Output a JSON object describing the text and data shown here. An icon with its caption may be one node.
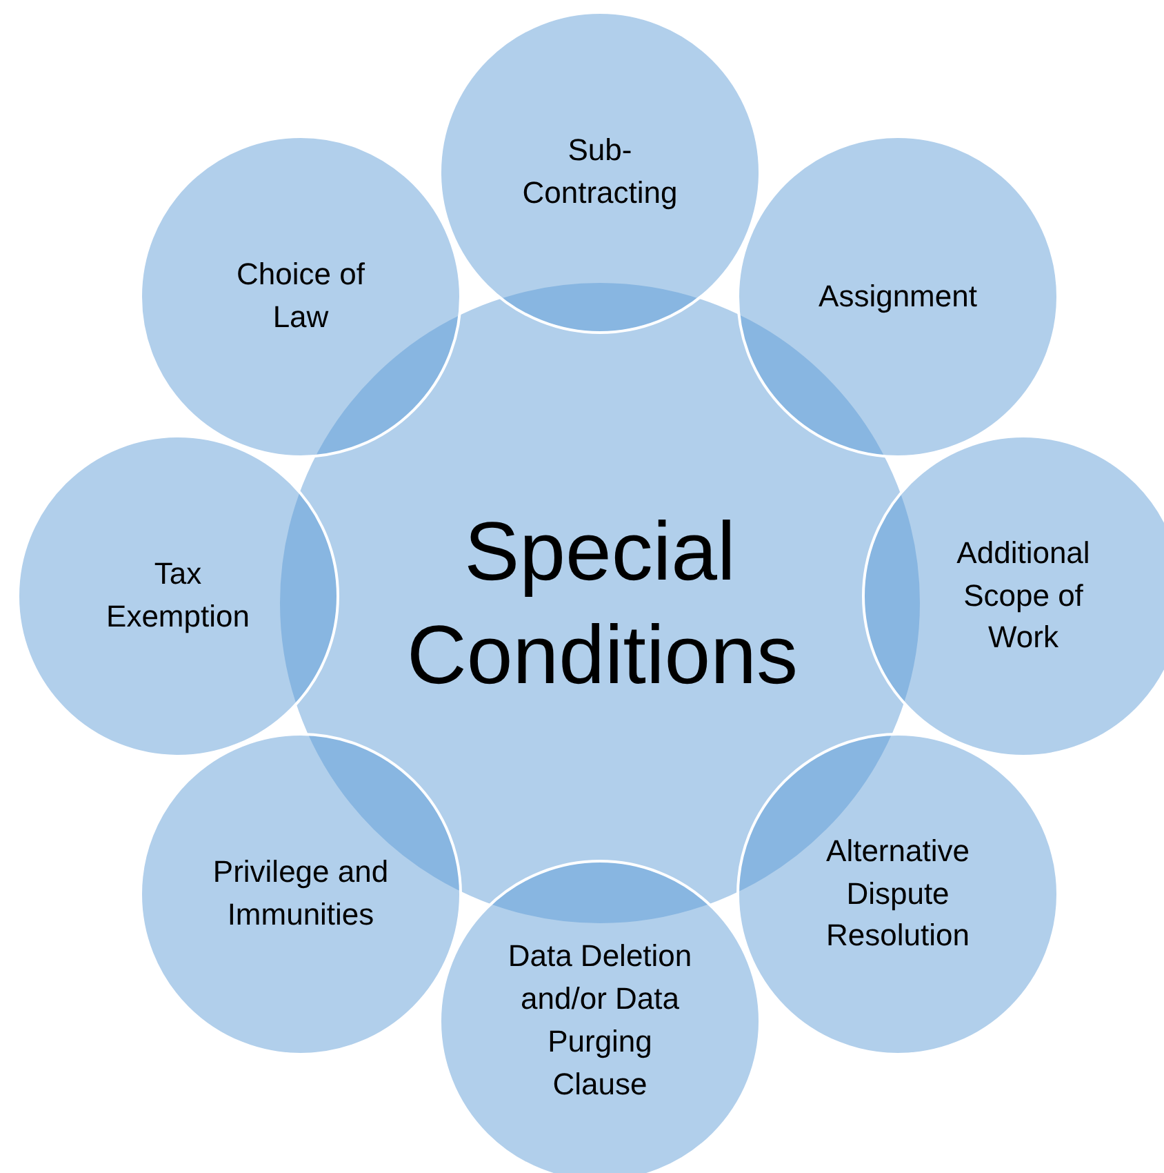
{
  "diagram": {
    "nodes": [
      {
        "text": [
          "Special Conditions"
        ]
      },
      {
        "text": [
          "Sub-Contracting"
        ]
      },
      {
        "text": [
          "Assignment"
        ]
      },
      {
        "text": [
          "Additional Scope of Work"
        ]
      },
      {
        "text": [
          "Alternative Dispute Resolution"
        ]
      },
      {
        "text": [
          "Data Deletion and/or Data Purging Clause"
        ]
      },
      {
        "text": [
          "Privilege and Immunities"
        ]
      },
      {
        "text": [
          "Tax Exemption"
        ]
      },
      {
        "text": [
          "Choice of Law"
        ]
      }
    ],
    "edges": []
  }
}
